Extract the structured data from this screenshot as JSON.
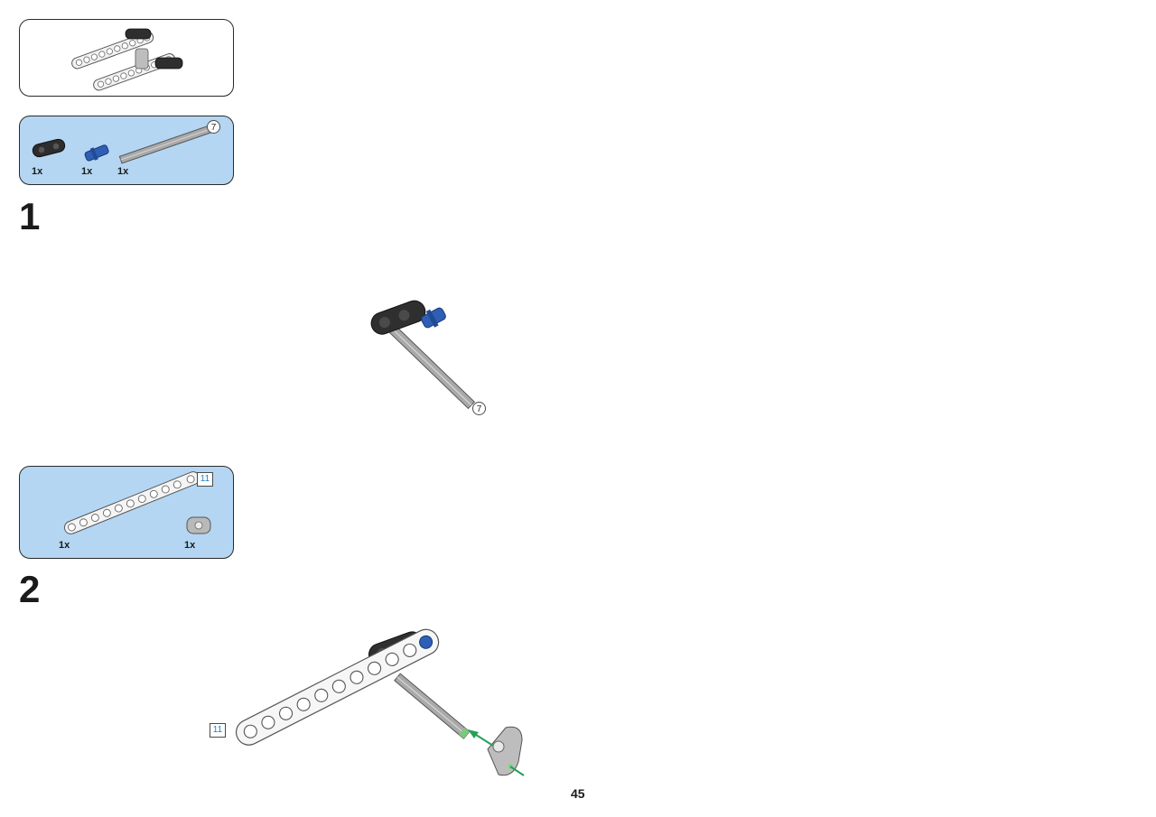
{
  "page": {
    "number": "45"
  },
  "submodel": {
    "description": "sub-assembly callout"
  },
  "steps": [
    {
      "number": "1",
      "parts": [
        {
          "qty": "1x",
          "name": "black-connector-icon"
        },
        {
          "qty": "1x",
          "name": "blue-pin-icon"
        },
        {
          "qty": "1x",
          "name": "axle-icon",
          "length": "7"
        }
      ],
      "callout_length": "7"
    },
    {
      "number": "2",
      "parts": [
        {
          "qty": "1x",
          "name": "white-beam-icon",
          "length": "11"
        },
        {
          "qty": "1x",
          "name": "gray-connector-icon"
        }
      ],
      "callout_length": "11"
    }
  ],
  "colors": {
    "parts_panel_bg": "#b4d6f2",
    "arrow": "#27a05a",
    "length_text": "#1e7fc8"
  }
}
